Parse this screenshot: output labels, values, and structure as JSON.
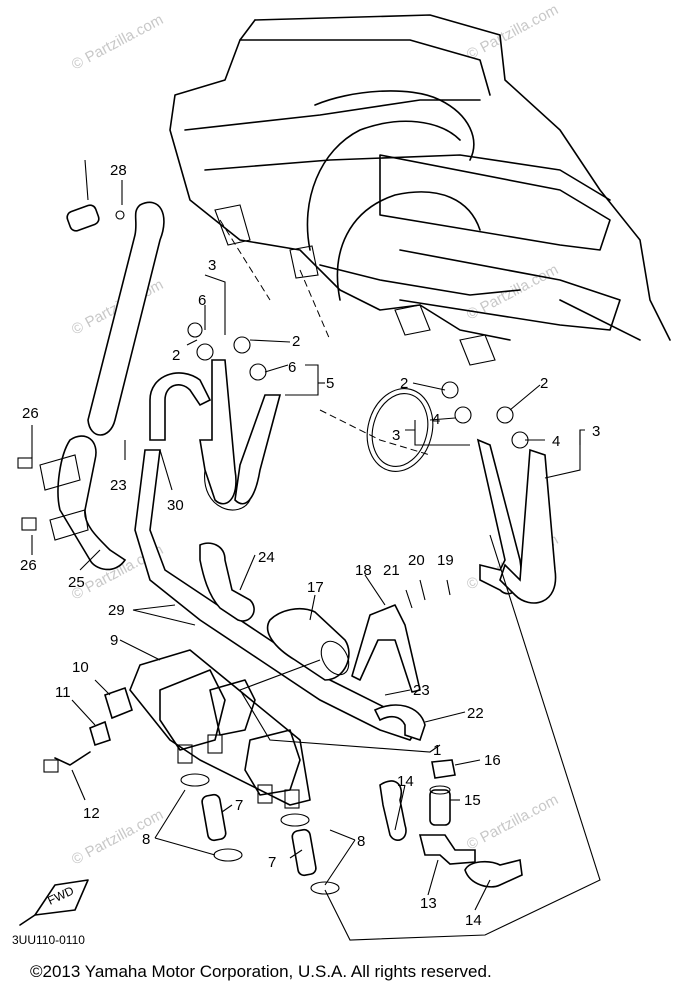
{
  "watermark": "© Partzilla.com",
  "diagram_code": "3UU110-0110",
  "fwd_label": "FWD",
  "copyright": "©2013 Yamaha Motor Corporation, U.S.A. All rights reserved.",
  "callouts": [
    {
      "id": "28",
      "text": "28"
    },
    {
      "id": "3a",
      "text": "3"
    },
    {
      "id": "6a",
      "text": "6"
    },
    {
      "id": "2a",
      "text": "2"
    },
    {
      "id": "2b",
      "text": "2"
    },
    {
      "id": "6b",
      "text": "6"
    },
    {
      "id": "5",
      "text": "5"
    },
    {
      "id": "2c",
      "text": "2"
    },
    {
      "id": "2d",
      "text": "2"
    },
    {
      "id": "4a",
      "text": "4"
    },
    {
      "id": "3b",
      "text": "3"
    },
    {
      "id": "4b",
      "text": "4"
    },
    {
      "id": "3c",
      "text": "3"
    },
    {
      "id": "26a",
      "text": "26"
    },
    {
      "id": "23a",
      "text": "23"
    },
    {
      "id": "30",
      "text": "30"
    },
    {
      "id": "26b",
      "text": "26"
    },
    {
      "id": "25",
      "text": "25"
    },
    {
      "id": "24",
      "text": "24"
    },
    {
      "id": "18",
      "text": "18"
    },
    {
      "id": "21",
      "text": "21"
    },
    {
      "id": "20",
      "text": "20"
    },
    {
      "id": "19",
      "text": "19"
    },
    {
      "id": "17",
      "text": "17"
    },
    {
      "id": "29",
      "text": "29"
    },
    {
      "id": "9",
      "text": "9"
    },
    {
      "id": "10",
      "text": "10"
    },
    {
      "id": "11",
      "text": "11"
    },
    {
      "id": "23b",
      "text": "23"
    },
    {
      "id": "22",
      "text": "22"
    },
    {
      "id": "1",
      "text": "1"
    },
    {
      "id": "16",
      "text": "16"
    },
    {
      "id": "14a",
      "text": "14"
    },
    {
      "id": "15",
      "text": "15"
    },
    {
      "id": "7a",
      "text": "7"
    },
    {
      "id": "12",
      "text": "12"
    },
    {
      "id": "8a",
      "text": "8"
    },
    {
      "id": "8b",
      "text": "8"
    },
    {
      "id": "7b",
      "text": "7"
    },
    {
      "id": "13",
      "text": "13"
    },
    {
      "id": "14b",
      "text": "14"
    }
  ]
}
